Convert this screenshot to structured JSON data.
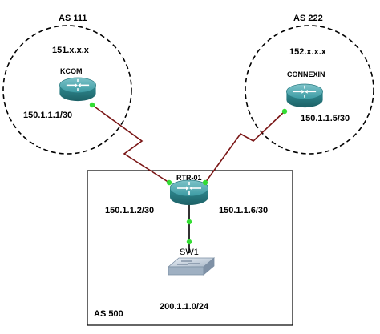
{
  "as_left": {
    "title": "AS 111",
    "prefix": "151.x.x.x"
  },
  "as_right": {
    "title": "AS 222",
    "prefix": "152.x.x.x"
  },
  "as_bottom": {
    "title": "AS 500"
  },
  "routers": {
    "kcom": {
      "name": "KCOM",
      "ip": "150.1.1.1/30"
    },
    "connexin": {
      "name": "CONNEXIN",
      "ip": "150.1.1.5/30"
    },
    "rtr01": {
      "name": "RTR-01",
      "ip_left": "150.1.1.2/30",
      "ip_right": "150.1.1.6/30"
    }
  },
  "switch": {
    "name": "SW1",
    "subnet": "200.1.1.0/24"
  },
  "colors": {
    "serial_link": "#7a1515",
    "ethernet_link": "#000000",
    "port_up": "#33dd33",
    "router_body": "#2f8c93"
  }
}
